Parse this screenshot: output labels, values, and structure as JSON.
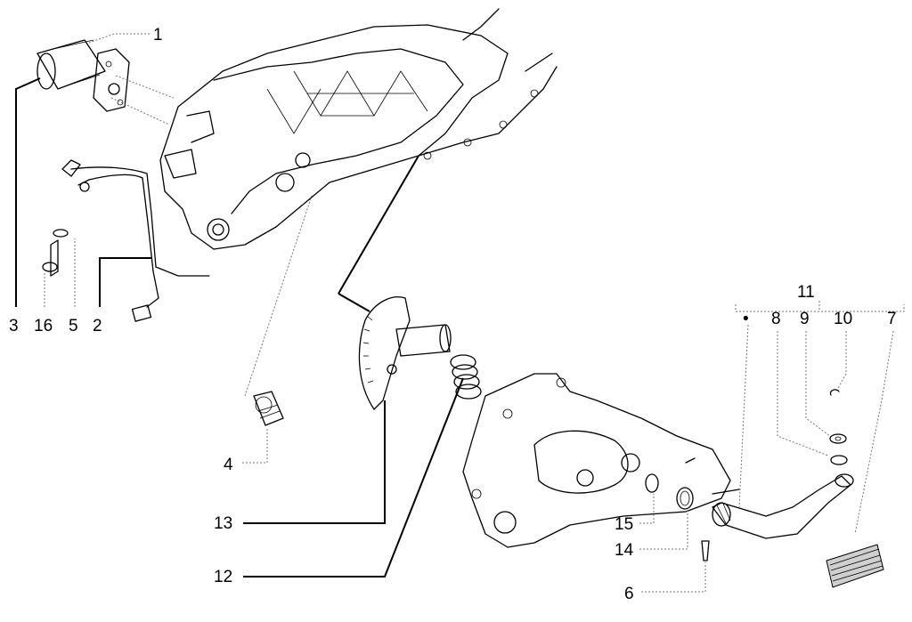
{
  "labels": {
    "p1": "1",
    "p2": "2",
    "p3": "3",
    "p4": "4",
    "p5": "5",
    "p6": "6",
    "p7": "7",
    "p8": "8",
    "p9": "9",
    "p10": "10",
    "p11": "11",
    "p12": "12",
    "p13": "13",
    "p14": "14",
    "p15": "15",
    "p16": "16",
    "bullet": "•"
  }
}
